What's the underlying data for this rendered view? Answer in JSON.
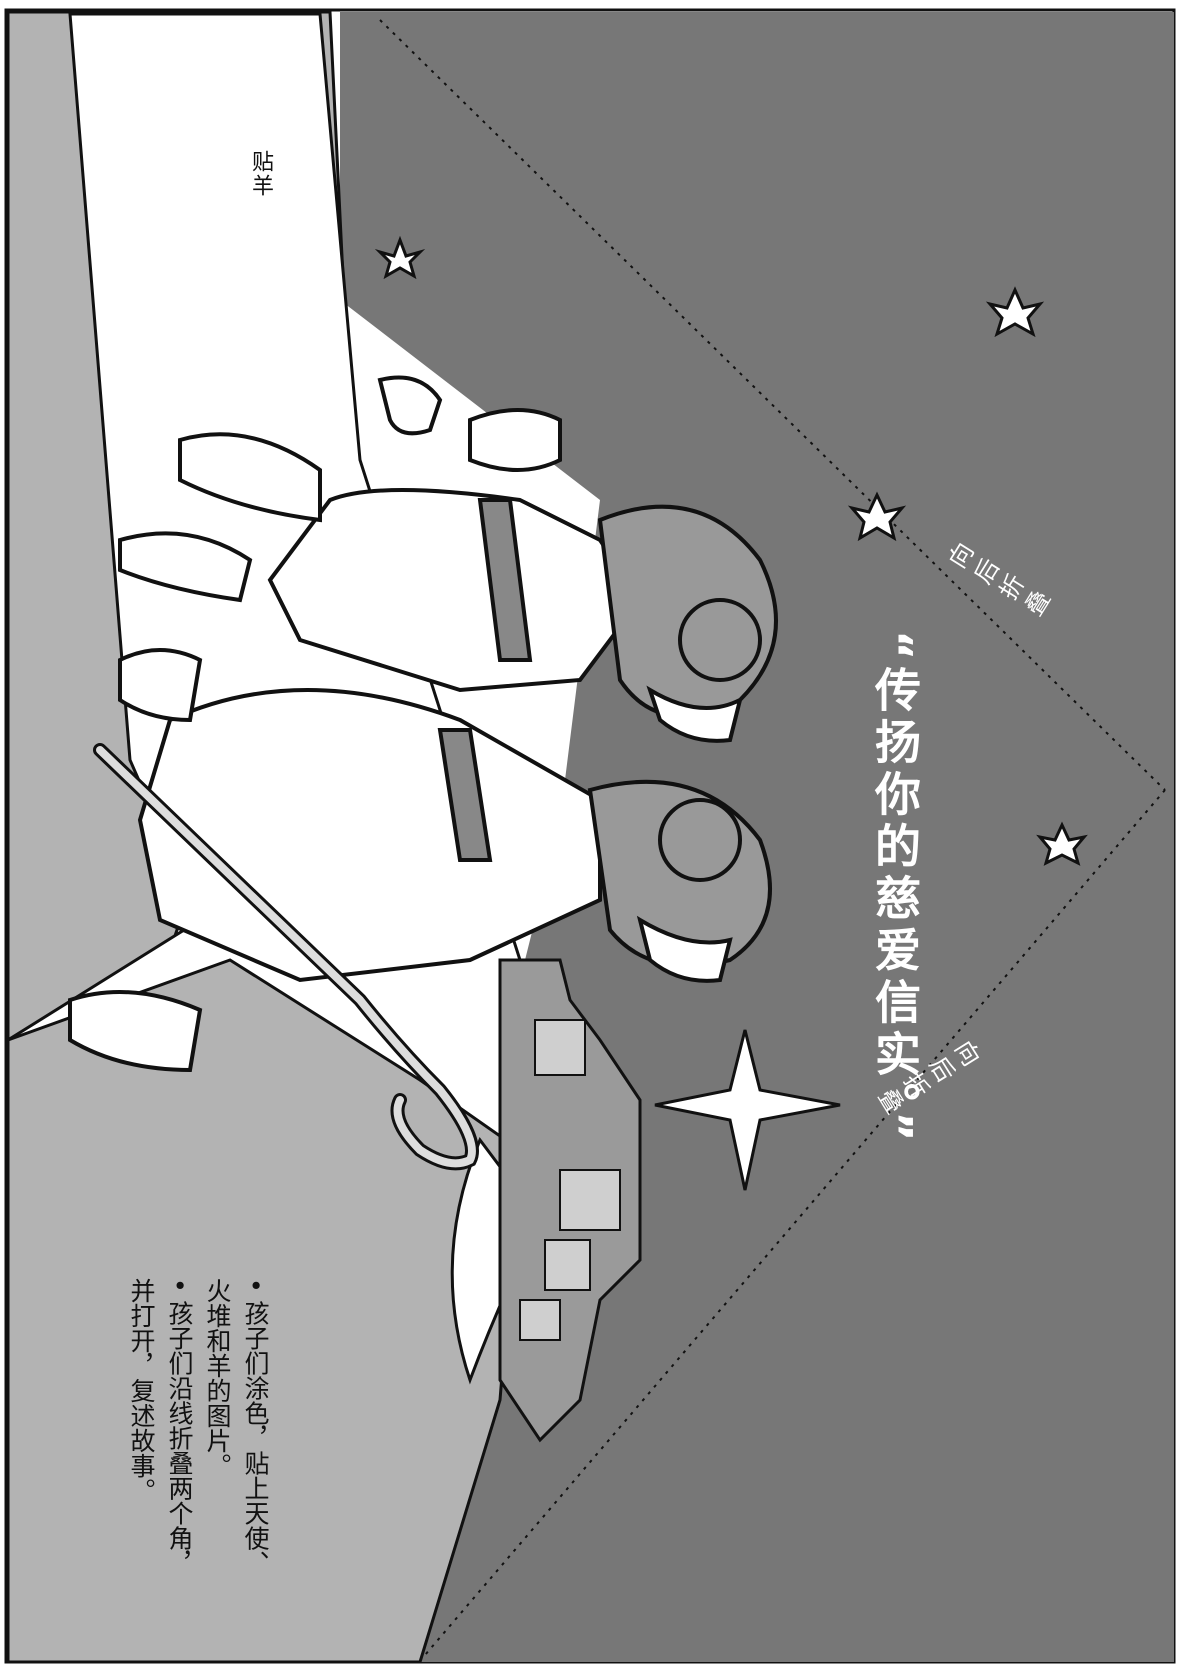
{
  "labels": {
    "paste_sheep": "贴羊",
    "fold_back": "向后折叠",
    "fold_forward": "向后折叠"
  },
  "verse": "“传扬你的慈爱信实。”",
  "instructions": {
    "item1": "• 孩子们涂色，贴上天使、火堆和羊的图片。",
    "item2": "• 孩子们沿线折叠两个角，并打开，复述故事。"
  },
  "colors": {
    "sky": "#777777",
    "hill_light": "#b3b3b3",
    "hill_white": "#ffffff",
    "robe_gray": "#999999",
    "outline": "#111111"
  }
}
